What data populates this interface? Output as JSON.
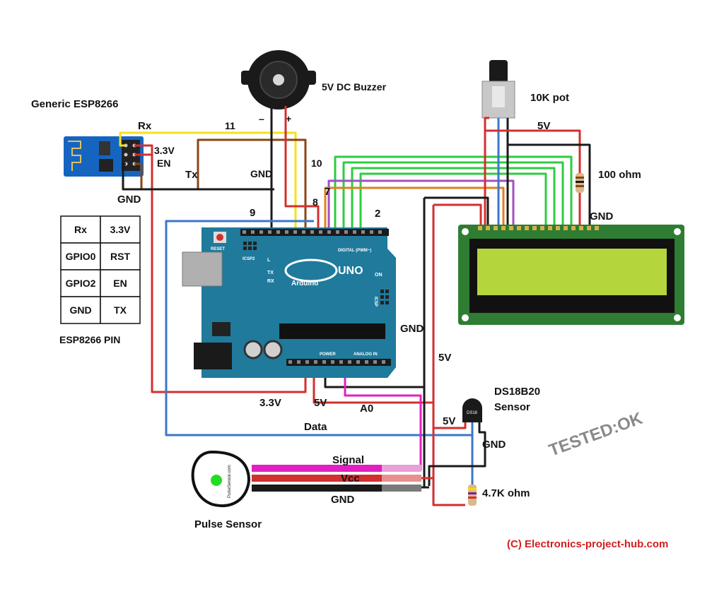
{
  "components": {
    "esp8266": "Generic ESP8266",
    "buzzer": "5V DC Buzzer",
    "pot": "10K pot",
    "resistor_lcd": "100 ohm",
    "ds18b20": "DS18B20\nSensor",
    "ds18b20_line1": "DS18B20",
    "ds18b20_line2": "Sensor",
    "pulse": "Pulse Sensor",
    "pulse_brand": "PulseSensor.com",
    "resistor_ds": "4.7K ohm"
  },
  "wire_labels": {
    "rx": "Rx",
    "v33_esp": "3.3V",
    "en": "EN",
    "tx": "Tx",
    "gnd_esp": "GND",
    "pin11": "11",
    "pin10": "10",
    "gnd_buzzer": "GND",
    "buzzer_minus": "–",
    "buzzer_plus": "+",
    "pin7": "7",
    "pin8": "8",
    "pin9": "9",
    "pin2": "2",
    "v5_top": "5V",
    "gnd_lcd": "GND",
    "gnd_mid": "GND",
    "v5_mid": "5V",
    "v33_bottom": "3.3V",
    "v5_bottom": "5V",
    "a0": "A0",
    "data": "Data",
    "v5_ds": "5V",
    "gnd_ds": "GND",
    "signal": "Signal",
    "vcc": "Vcc",
    "gnd_pulse": "GND"
  },
  "pin_table": {
    "rows": [
      [
        "Rx",
        "3.3V"
      ],
      [
        "GPIO0",
        "RST"
      ],
      [
        "GPIO2",
        "EN"
      ],
      [
        "GND",
        "TX"
      ]
    ],
    "caption": "ESP8266 PIN"
  },
  "arduino": {
    "brand": "Arduino",
    "model": "UNO",
    "reset": "RESET",
    "icsp2": "ICSP2",
    "icsp": "ICSP",
    "digital": "DIGITAL (PWM~)",
    "power": "POWER",
    "analog": "ANALOG IN",
    "tx": "TX",
    "rx": "RX",
    "l": "L",
    "on": "ON"
  },
  "stamp": "TESTED:OK",
  "copyright": "(C) Electronics-project-hub.com",
  "colors": {
    "board": "#1f7a9c",
    "lcd_frame": "#2e7d32",
    "lcd_screen": "#b5d53c",
    "red": "#d32f2f",
    "black": "#1a1a1a",
    "yellow": "#f5e11a",
    "brown": "#8b4513",
    "green": "#2ecc40",
    "blue": "#3a78c9",
    "magenta": "#e020c0",
    "orange": "#e08020",
    "purple": "#a050c0",
    "stamp": "#8a8a8a",
    "copyright": "#d02020"
  }
}
